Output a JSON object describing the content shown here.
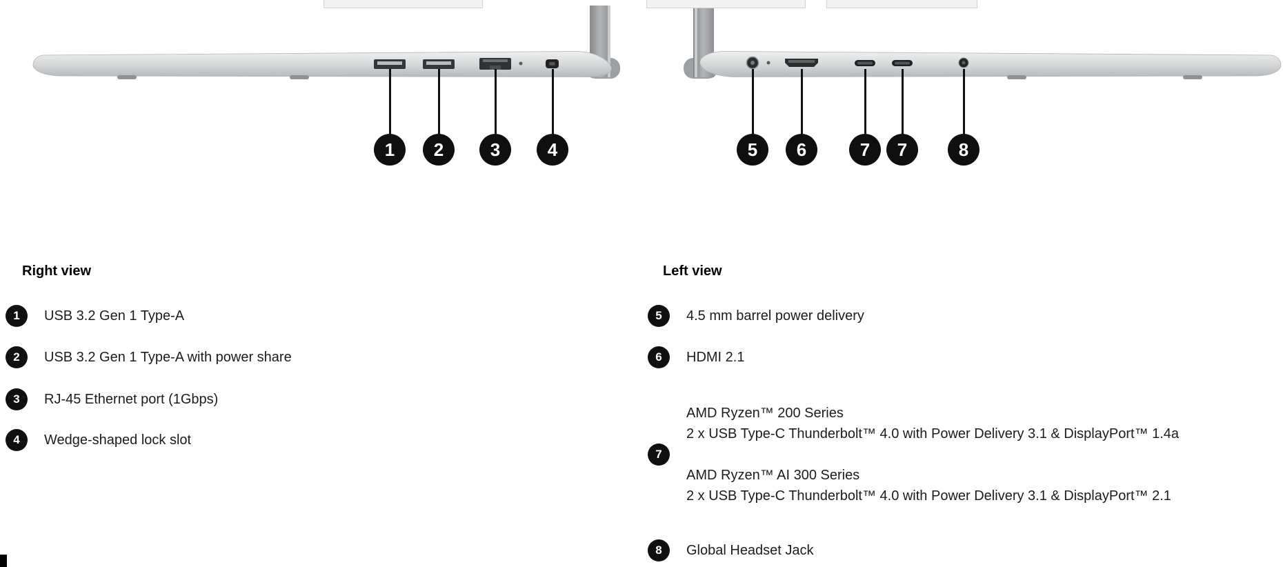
{
  "colors": {
    "callout_bg": "#0f0f0f",
    "callout_text": "#ffffff",
    "laptop_silver": "#d9dbdc",
    "port_dark": "#303235",
    "text": "#1c1c1c"
  },
  "diagram": {
    "right_view": {
      "callouts": [
        {
          "num": "1",
          "port": "usb-a-port"
        },
        {
          "num": "2",
          "port": "usb-a-port"
        },
        {
          "num": "3",
          "port": "rj45-ethernet-port"
        },
        {
          "num": "4",
          "port": "wedge-lock-slot"
        }
      ]
    },
    "left_view": {
      "callouts": [
        {
          "num": "5",
          "port": "barrel-power-port"
        },
        {
          "num": "6",
          "port": "hdmi-port"
        },
        {
          "num": "7",
          "port": "usb-c-port"
        },
        {
          "num": "7",
          "port": "usb-c-port"
        },
        {
          "num": "8",
          "port": "headset-jack"
        }
      ]
    }
  },
  "legend_right": {
    "heading": "Right view",
    "items": [
      {
        "num": "1",
        "label": "USB 3.2 Gen 1 Type-A"
      },
      {
        "num": "2",
        "label": "USB 3.2 Gen 1 Type-A with power share"
      },
      {
        "num": "3",
        "label": "RJ-45 Ethernet port (1Gbps)"
      },
      {
        "num": "4",
        "label": "Wedge-shaped lock slot"
      }
    ]
  },
  "legend_left": {
    "heading": "Left view",
    "item5": {
      "num": "5",
      "label": "4.5 mm barrel power delivery"
    },
    "item6": {
      "num": "6",
      "label": "HDMI 2.1"
    },
    "item7": {
      "num": "7",
      "lines": [
        "AMD Ryzen™ 200 Series",
        "2 x USB Type-C Thunderbolt™ 4.0 with Power Delivery 3.1 & DisplayPort™ 1.4a",
        "AMD Ryzen™ AI 300 Series",
        "2 x USB Type-C Thunderbolt™ 4.0 with Power Delivery 3.1 & DisplayPort™ 2.1"
      ]
    },
    "item8": {
      "num": "8",
      "label": "Global Headset Jack"
    }
  }
}
